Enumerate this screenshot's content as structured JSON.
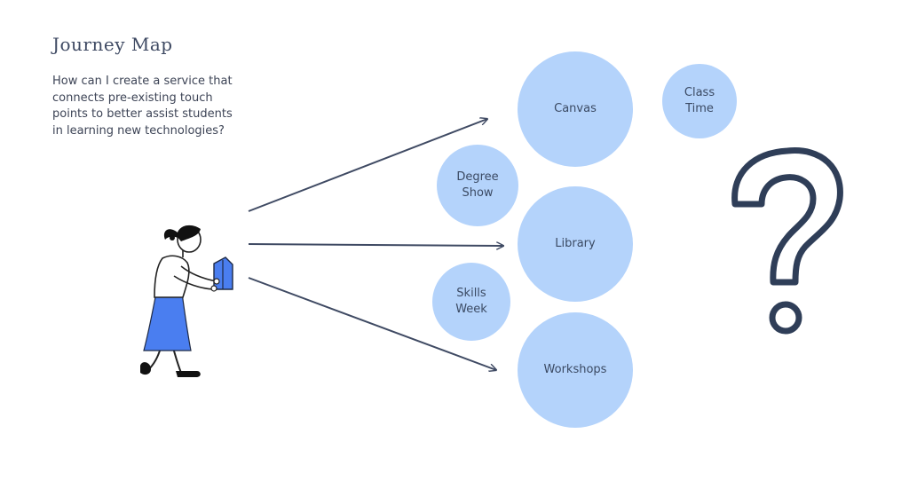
{
  "header": {
    "title": "Journey Map",
    "question_lines": [
      "How can I create a service that",
      "connects pre-existing touch",
      "points to better assist students",
      "in learning new technologies?"
    ]
  },
  "touchpoints": {
    "canvas": [
      "Canvas"
    ],
    "class_time": [
      "Class",
      "Time"
    ],
    "degree_show": [
      "Degree",
      "Show"
    ],
    "library": [
      "Library"
    ],
    "skills_week": [
      "Skills",
      "Week"
    ],
    "workshops": [
      "Workshops"
    ]
  },
  "icons": {
    "student": "student-reading-book-icon",
    "unknown": "question-mark-icon"
  },
  "colors": {
    "bubble": "#b4d3fb",
    "arrow": "#3f4a63",
    "question_mark": "#2f3e58",
    "skirt_and_book": "#4a7ef0",
    "text": "#3d4456"
  }
}
